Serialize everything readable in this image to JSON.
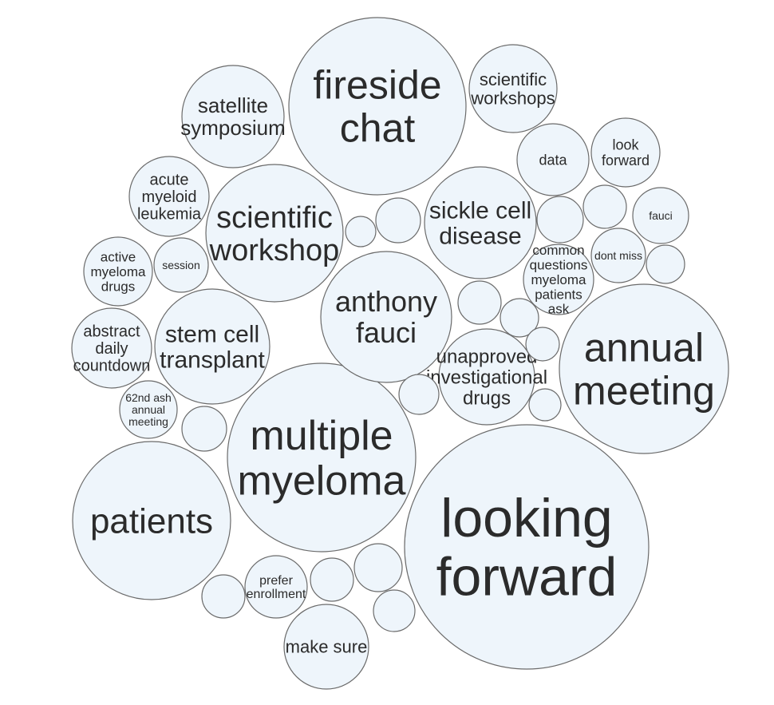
{
  "chart_data": {
    "type": "packed-bubble",
    "colors": {
      "fill": "#eef5fb",
      "stroke": "#6b6b6b",
      "text": "#2b2b2b"
    },
    "bubbles": [
      {
        "label": "looking forward",
        "value": 100
      },
      {
        "label": "multiple myeloma",
        "value": 58
      },
      {
        "label": "annual meeting",
        "value": 47
      },
      {
        "label": "fireside chat",
        "value": 53
      },
      {
        "label": "patients",
        "value": 42
      },
      {
        "label": "anthony fauci",
        "value": 30
      },
      {
        "label": "scientific workshop",
        "value": 33
      },
      {
        "label": "sickle cell disease",
        "value": 22
      },
      {
        "label": "stem cell transplant",
        "value": 20
      },
      {
        "label": "satellite symposium",
        "value": 17
      },
      {
        "label": "unapproved investigational drugs",
        "value": 16
      },
      {
        "label": "scientific workshops",
        "value": 12
      },
      {
        "label": "make sure",
        "value": 12
      },
      {
        "label": "acute myeloid leukemia",
        "value": 10
      },
      {
        "label": "abstract daily countdown",
        "value": 10
      },
      {
        "label": "data",
        "value": 9
      },
      {
        "label": "common questions myeloma patients ask",
        "value": 8
      },
      {
        "label": "active myeloma drugs",
        "value": 8
      },
      {
        "label": "look forward",
        "value": 8
      },
      {
        "label": "62nd ash annual meeting",
        "value": 6
      },
      {
        "label": "prefer enrollment",
        "value": 6
      },
      {
        "label": "session",
        "value": 5
      },
      {
        "label": "fauci",
        "value": 5
      },
      {
        "label": "dont miss",
        "value": 5
      },
      {
        "label": "",
        "value": 3
      },
      {
        "label": "",
        "value": 3
      },
      {
        "label": "",
        "value": 3
      },
      {
        "label": "",
        "value": 3
      },
      {
        "label": "",
        "value": 3
      },
      {
        "label": "",
        "value": 3
      },
      {
        "label": "",
        "value": 3
      },
      {
        "label": "",
        "value": 3
      },
      {
        "label": "",
        "value": 3
      },
      {
        "label": "",
        "value": 3
      },
      {
        "label": "",
        "value": 3
      },
      {
        "label": "",
        "value": 2
      },
      {
        "label": "",
        "value": 2
      },
      {
        "label": "",
        "value": 2
      },
      {
        "label": "",
        "value": 2
      }
    ]
  }
}
